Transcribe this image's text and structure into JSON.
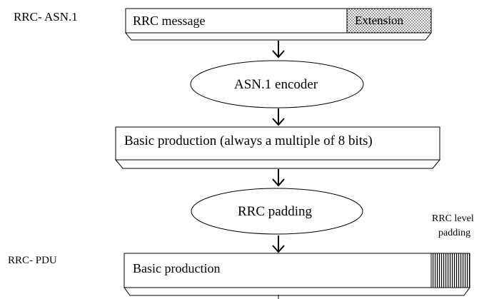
{
  "labels": {
    "rrc_asn1": "RRC- ASN.1",
    "rrc_pdu": "RRC- PDU",
    "rrc_message": "RRC message",
    "extension": "Extension",
    "asn1_encoder": "ASN.1 encoder",
    "basic_production_long": "Basic production (always a multiple of 8 bits)",
    "rrc_padding": "RRC padding",
    "rrc_level_padding_line1": "RRC level",
    "rrc_level_padding_line2": "padding",
    "basic_production": "Basic production"
  }
}
